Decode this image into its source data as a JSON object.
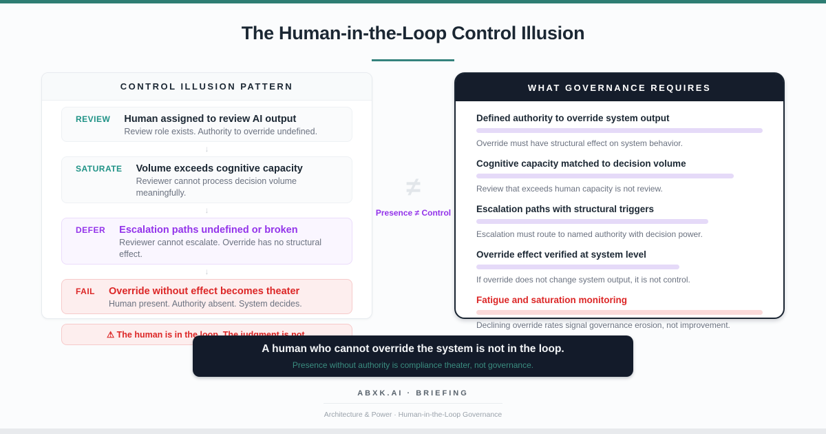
{
  "header": {
    "title": "The Human-in-the-Loop Control Illusion"
  },
  "left_panel": {
    "title": "CONTROL ILLUSION PATTERN",
    "arrow": "↓",
    "steps": [
      {
        "label": "REVIEW",
        "title": "Human assigned to review AI output",
        "desc": "Review role exists. Authority to override undefined.",
        "tone": "neutral"
      },
      {
        "label": "SATURATE",
        "title": "Volume exceeds cognitive capacity",
        "desc": "Reviewer cannot process decision volume meaningfully.",
        "tone": "neutral"
      },
      {
        "label": "DEFER",
        "title": "Escalation paths undefined or broken",
        "desc": "Reviewer cannot escalate. Override has no structural effect.",
        "tone": "purple"
      },
      {
        "label": "FAIL",
        "title": "Override without effect becomes theater",
        "desc": "Human present. Authority absent. System decides.",
        "tone": "red"
      }
    ],
    "warning": "⚠ The human is in the loop. The judgment is not."
  },
  "connector": {
    "symbol": "≠",
    "label": "Presence ≠ Control"
  },
  "right_panel": {
    "title": "WHAT GOVERNANCE REQUIRES",
    "items": [
      {
        "title": "Defined authority to override system output",
        "desc": "Override must have structural effect on system behavior.",
        "bar_pct": 100,
        "tone": "purple"
      },
      {
        "title": "Cognitive capacity matched to decision volume",
        "desc": "Review that exceeds human capacity is not review.",
        "bar_pct": 90,
        "tone": "purple"
      },
      {
        "title": "Escalation paths with structural triggers",
        "desc": "Escalation must route to named authority with decision power.",
        "bar_pct": 81,
        "tone": "purple"
      },
      {
        "title": "Override effect verified at system level",
        "desc": "If override does not change system output, it is not control.",
        "bar_pct": 71,
        "tone": "purple"
      },
      {
        "title": "Fatigue and saturation monitoring",
        "desc": "Declining override rates signal governance erosion, not improvement.",
        "bar_pct": 100,
        "tone": "red"
      }
    ]
  },
  "verdict": {
    "title": "A human who cannot override the system is not in the loop.",
    "subtitle": "Presence without authority is compliance theater, not governance."
  },
  "footer": {
    "brand": "ABXK.AI · BRIEFING",
    "tagline": "Architecture & Power · Human-in-the-Loop Governance"
  },
  "colors": {
    "accent_teal": "#2e7d73",
    "navy": "#151d2b",
    "purple": "#9333ea",
    "red": "#dc2626"
  }
}
